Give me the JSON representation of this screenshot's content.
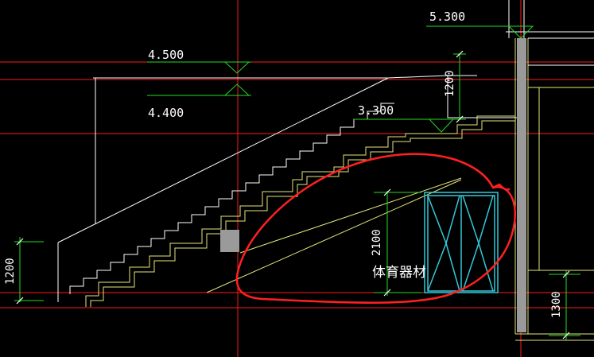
{
  "drawing": {
    "background": "#000000",
    "colors": {
      "level_line": "#ff1a1a",
      "dimension": "#22dd22",
      "stair_outline": "#ffffff",
      "stair_edge": "#e6e67a",
      "wall": "#e6e67a",
      "door": "#33c8d8",
      "fill": "#9a9a9a",
      "markup": "#ff2020",
      "text": "#ffffff"
    },
    "elevations": {
      "top_landing": "5.300",
      "upper_flight_top": "4.500",
      "upper_flight_bottom": "4.400",
      "mid_landing": "3.300"
    },
    "dimensions": {
      "landing_height": "1200",
      "handrail_height": "1200",
      "door_height": "2100",
      "right_wall_height": "1300"
    },
    "labels": {
      "storage_use": "体育器材"
    },
    "icons": [
      "elevation-marker-icon",
      "dimension-tick-icon",
      "double-door-icon"
    ]
  }
}
